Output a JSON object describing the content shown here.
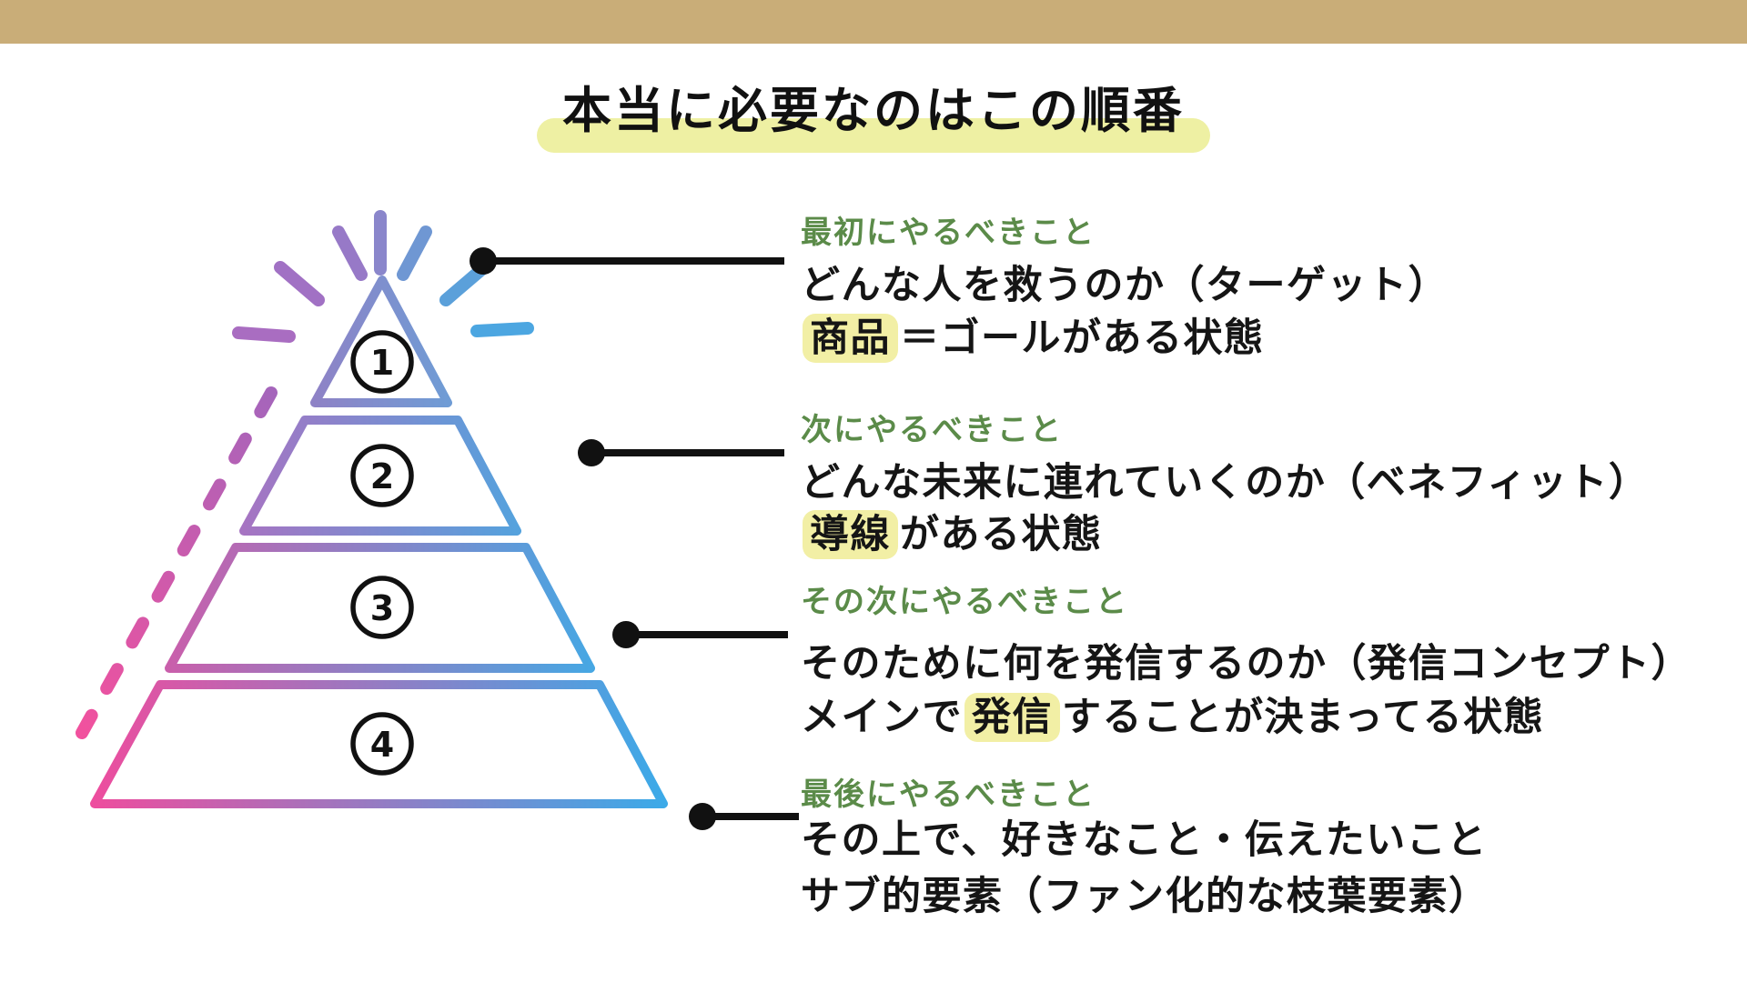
{
  "title": {
    "text": "本当に必要なのはこの順番",
    "highlight_color": "#eef0a3"
  },
  "top_bar": {
    "color": "#c9ad78"
  },
  "pyramid": {
    "levels": [
      {
        "number": "1"
      },
      {
        "number": "2"
      },
      {
        "number": "3"
      },
      {
        "number": "4"
      }
    ],
    "gradient": {
      "pink": "#ed4d9e",
      "purple": "#9c7ec6",
      "blue": "#3caae8"
    }
  },
  "blocks": [
    {
      "header": "最初にやるべきこと",
      "line1": "どんな人を救うのか（ターゲット）",
      "line2_pre": "",
      "line2_hl": "商品",
      "line2_post": "＝ゴールがある状態"
    },
    {
      "header": "次にやるべきこと",
      "line1": "どんな未来に連れていくのか（ベネフィット）",
      "line2_pre": "",
      "line2_hl": "導線",
      "line2_post": "がある状態"
    },
    {
      "header": "その次にやるべきこと",
      "line1": "そのために何を発信するのか（発信コンセプト）",
      "line2_pre": "メインで",
      "line2_hl": "発信",
      "line2_post": "することが決まってる状態"
    },
    {
      "header": "最後にやるべきこと",
      "line1": "その上で、好きなこと・伝えたいこと",
      "line2_pre": "サブ的要素（ファン化的な枝葉要素）",
      "line2_hl": "",
      "line2_post": ""
    }
  ],
  "colors": {
    "header_green": "#5b8b49",
    "keyword_highlight": "#f2efa5",
    "text_black": "#151515",
    "connector_black": "#111111"
  }
}
